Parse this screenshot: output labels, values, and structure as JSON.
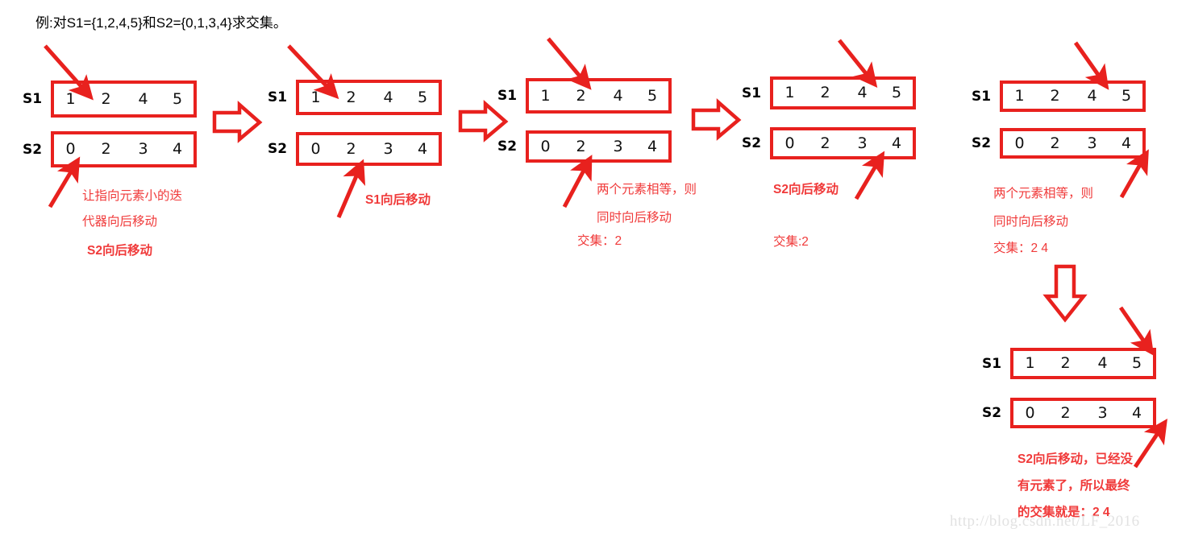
{
  "title": "例:对S1={1,2,4,5}和S2={0,1,3,4}求交集。",
  "colors": {
    "box_border": "#e8211e",
    "annotation_text": "#f03a3a",
    "arrow": "#e8211e",
    "watermark": "#e2e2e2",
    "cell_text": "#111111"
  },
  "labels": {
    "s1": "S1",
    "s2": "S2"
  },
  "sets": {
    "s1_values": [
      "1",
      "2",
      "4",
      "5"
    ],
    "s2_values": [
      "0",
      "2",
      "3",
      "4"
    ]
  },
  "watermark": "http://blog.csdn.net/LF_2016",
  "steps": [
    {
      "id": "step-1",
      "s1_label": "S1",
      "s2_label": "S2",
      "s1_values": [
        "1",
        "2",
        "4",
        "5"
      ],
      "s2_values": [
        "0",
        "2",
        "3",
        "4"
      ],
      "s1_pointer_index": 0,
      "s2_pointer_index": 0,
      "notes": [
        "让指向元素小的迭",
        "代器向后移动",
        "S2向后移动"
      ],
      "separator": "right-arrow"
    },
    {
      "id": "step-2",
      "s1_label": "S1",
      "s2_label": "S2",
      "s1_values": [
        "1",
        "2",
        "4",
        "5"
      ],
      "s2_values": [
        "0",
        "2",
        "3",
        "4"
      ],
      "s1_pointer_index": 0,
      "s2_pointer_index": 1,
      "notes": [
        "S1向后移动"
      ],
      "separator": "right-arrow"
    },
    {
      "id": "step-3",
      "s1_label": "S1",
      "s2_label": "S2",
      "s1_values": [
        "1",
        "2",
        "4",
        "5"
      ],
      "s2_values": [
        "0",
        "2",
        "3",
        "4"
      ],
      "s1_pointer_index": 1,
      "s2_pointer_index": 1,
      "notes": [
        "两个元素相等，则",
        "同时向后移动",
        "交集：2"
      ],
      "separator": "right-arrow"
    },
    {
      "id": "step-4",
      "s1_label": "S1",
      "s2_label": "S2",
      "s1_values": [
        "1",
        "2",
        "4",
        "5"
      ],
      "s2_values": [
        "0",
        "2",
        "3",
        "4"
      ],
      "s1_pointer_index": 2,
      "s2_pointer_index": 2,
      "notes": [
        "S2向后移动",
        "交集:2"
      ],
      "separator": "none"
    },
    {
      "id": "step-5",
      "s1_label": "S1",
      "s2_label": "S2",
      "s1_values": [
        "1",
        "2",
        "4",
        "5"
      ],
      "s2_values": [
        "0",
        "2",
        "3",
        "4"
      ],
      "s1_pointer_index": 2,
      "s2_pointer_index": 3,
      "notes": [
        "两个元素相等，则",
        "同时向后移动",
        "交集：2 4"
      ],
      "separator": "down-arrow"
    },
    {
      "id": "step-6",
      "s1_label": "S1",
      "s2_label": "S2",
      "s1_values": [
        "1",
        "2",
        "4",
        "5"
      ],
      "s2_values": [
        "0",
        "2",
        "3",
        "4"
      ],
      "s1_pointer_index": 3,
      "s2_pointer_index": 3,
      "notes": [
        "S2向后移动，已经没",
        "有元素了，所以最终",
        "的交集就是：2 4"
      ],
      "separator": "none"
    }
  ],
  "notes_text": {
    "p1_l1": "让指向元素小的迭",
    "p1_l2": "代器向后移动",
    "p1_l3": "S2向后移动",
    "p2_l1": "S1向后移动",
    "p3_l1": "两个元素相等，则",
    "p3_l2": "同时向后移动",
    "p3_l3": "交集：2",
    "p4_l1": "S2向后移动",
    "p4_l2": "交集:2",
    "p5_l1": "两个元素相等，则",
    "p5_l2": "同时向后移动",
    "p5_l3": "交集：2 4",
    "p6_l1": "S2向后移动，已经没",
    "p6_l2": "有元素了，所以最终",
    "p6_l3": "的交集就是：2 4"
  }
}
